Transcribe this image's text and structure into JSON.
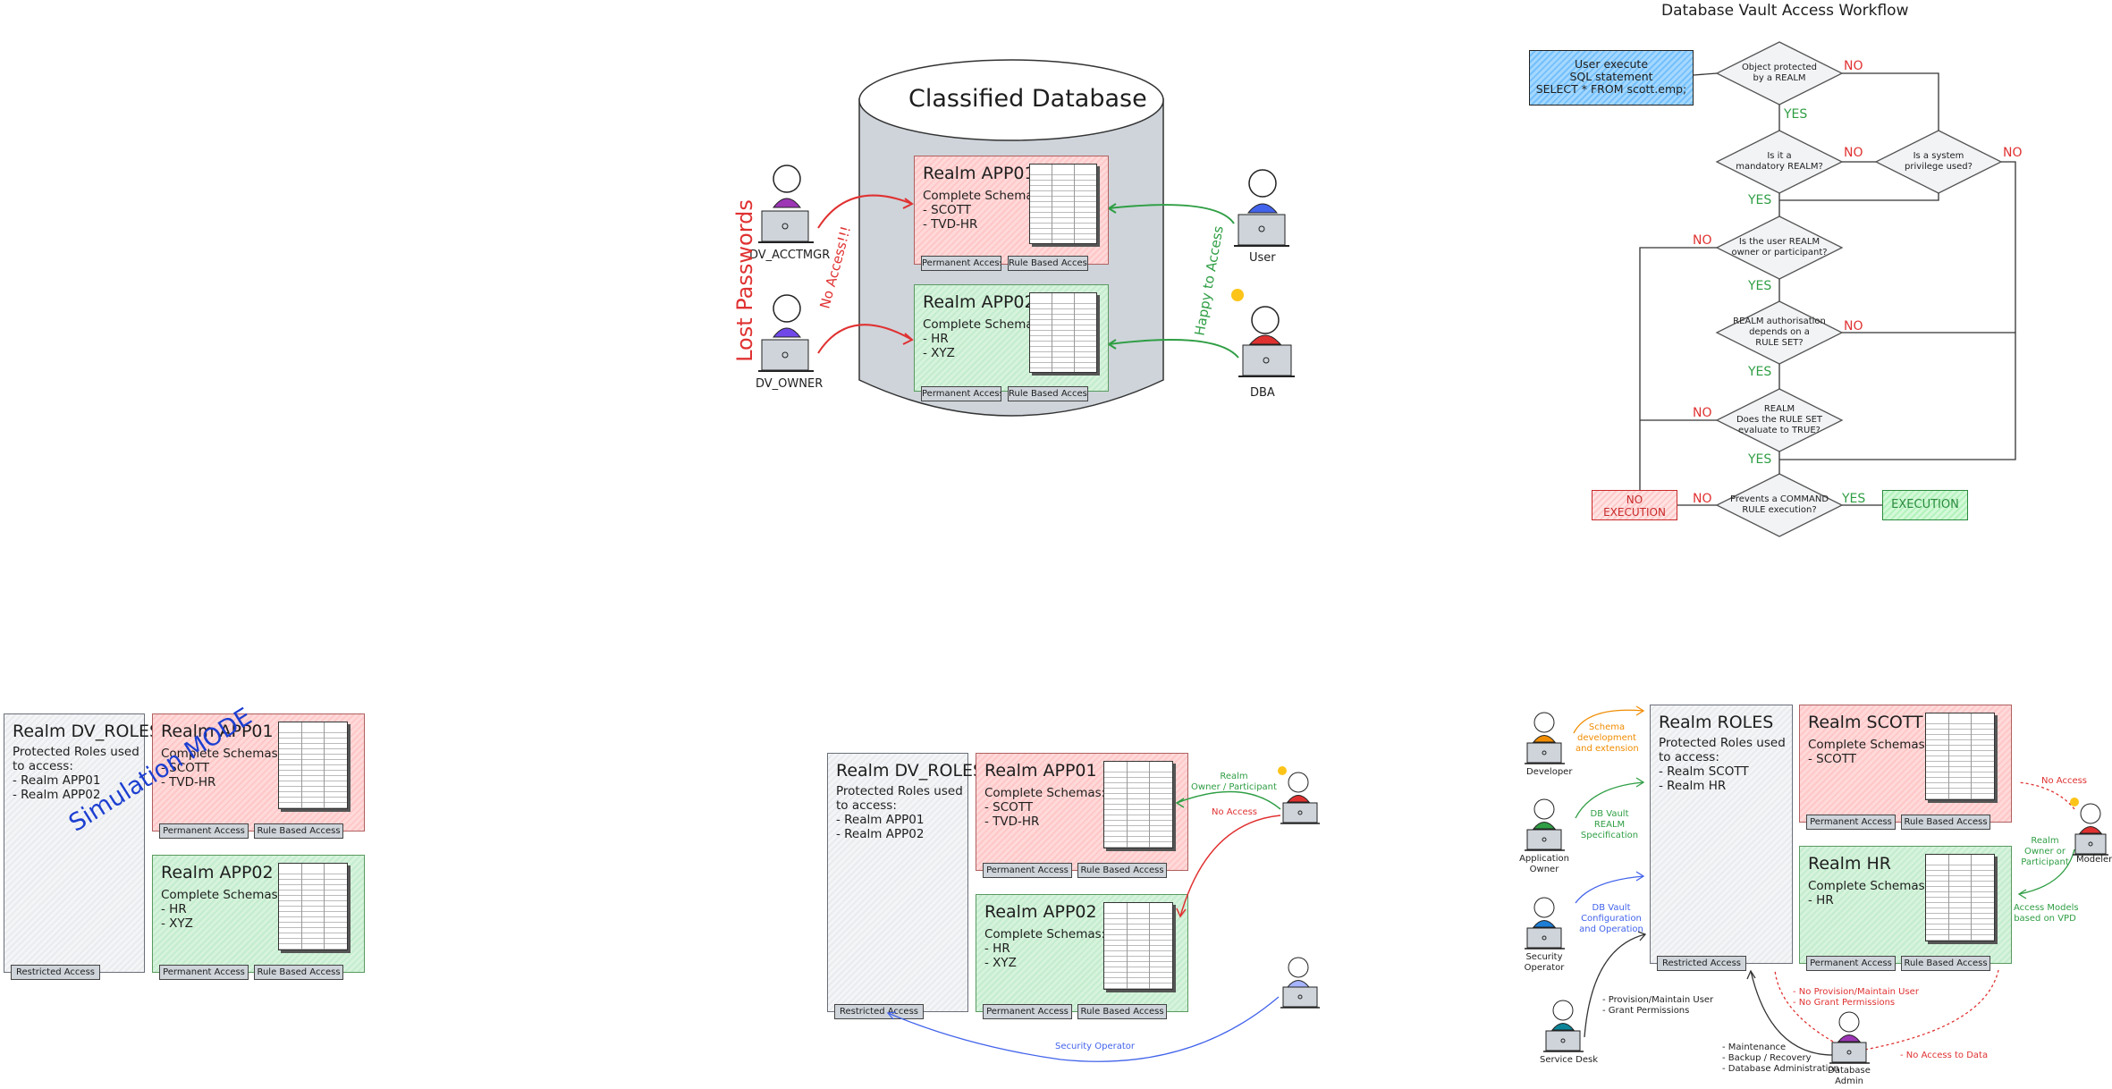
{
  "top_center": {
    "db_title": "Classified Database",
    "realm1": {
      "title": "Realm APP01",
      "body": "Complete Schemas:\n- SCOTT\n- TVD-HR",
      "btn1": "Permanent Access",
      "btn2": "Rule Based Access"
    },
    "realm2": {
      "title": "Realm APP02",
      "body": "Complete Schemas:\n- HR\n- XYZ",
      "btn1": "Permanent Access",
      "btn2": "Rule Based Access"
    },
    "dv_acctmgr": "DV_ACCTMGR",
    "dv_owner": "DV_OWNER",
    "user": "User",
    "dba": "DBA",
    "lost_passwords": "Lost Passwords",
    "no_access": "No Access!!!",
    "happy": "Happy to Access"
  },
  "workflow": {
    "title": "Database Vault Access Workflow",
    "start": "User execute\nSQL statement\nSELECT * FROM scott.emp;",
    "d1": "Object protected\nby a REALM",
    "d2": "Is it a\nmandatory REALM?",
    "d3": "Is a system\nprivilege used?",
    "d4": "Is the user REALM\nowner or participant?",
    "d5": "REALM authorisation\ndepends on a\nRULE SET?",
    "d6": "REALM\nDoes the RULE SET\nevaluate to TRUE?",
    "d7": "Prevents a COMMAND\nRULE execution?",
    "no_exec": "NO\nEXECUTION",
    "exec": "EXECUTION",
    "yes": "YES",
    "no": "NO"
  },
  "bottom_left": {
    "roles": {
      "title": "Realm DV_ROLES",
      "body": "Protected Roles used\nto access:\n- Realm APP01\n- Realm APP02",
      "btn": "Restricted Access"
    },
    "realm1": {
      "title": "Realm APP01",
      "body": "Complete Schemas:\n- SCOTT\n- TVD-HR",
      "btn1": "Permanent Access",
      "btn2": "Rule Based Access"
    },
    "realm2": {
      "title": "Realm APP02",
      "body": "Complete Schemas:\n- HR\n- XYZ",
      "btn1": "Permanent Access",
      "btn2": "Rule Based Access"
    },
    "simulation": "Simulation MODE"
  },
  "bottom_center": {
    "roles": {
      "title": "Realm DV_ROLES",
      "body": "Protected Roles used\nto access:\n- Realm APP01\n- Realm APP02",
      "btn": "Restricted Access"
    },
    "realm1": {
      "title": "Realm APP01",
      "body": "Complete Schemas:\n- SCOTT\n- TVD-HR",
      "btn1": "Permanent Access",
      "btn2": "Rule Based Access"
    },
    "realm2": {
      "title": "Realm APP02",
      "body": "Complete Schemas:\n- HR\n- XYZ",
      "btn1": "Permanent Access",
      "btn2": "Rule Based Access"
    },
    "realm_owner": "Realm\nOwner / Participant",
    "no_access": "No Access",
    "security_operator": "Security Operator"
  },
  "bottom_right": {
    "roles": {
      "title": "Realm ROLES",
      "body": "Protected Roles used\nto access:\n- Realm SCOTT\n- Realm HR",
      "btn": "Restricted Access"
    },
    "scott": {
      "title": "Realm SCOTT",
      "body": "Complete Schemas:\n- SCOTT",
      "btn1": "Permanent Access",
      "btn2": "Rule Based Access"
    },
    "hr": {
      "title": "Realm HR",
      "body": "Complete Schemas:\n- HR",
      "btn1": "Permanent Access",
      "btn2": "Rule Based Access"
    },
    "developer": "Developer",
    "app_owner": "Application\nOwner",
    "sec_operator": "Security\nOperator",
    "service_desk": "Service Desk",
    "db_admin": "Database\nAdmin",
    "modeler": "Modeler",
    "schema_dev": "Schema\ndevelopment\nand extension",
    "dbv_realm": "DB Vault\nREALM\nSpecification",
    "dbv_config": "DB Vault\nConfiguration\nand Operation",
    "provision": "- Provision/Maintain User\n- Grant Permissions",
    "maintenance": "- Maintenance\n- Backup / Recovery\n- Database Administration",
    "no_provision": "- No Provision/Maintain User\n- No Grant Permissions",
    "no_data": "- No Access to Data",
    "no_access": "No Access",
    "realm_owner": "Realm\nOwner or\nParticipant",
    "access_models": "Access Models\nbased on VPD"
  },
  "colors": {
    "red": "#e03131",
    "green": "#2f9e44",
    "blue": "#1c3fd1",
    "orange": "#f08c00"
  }
}
